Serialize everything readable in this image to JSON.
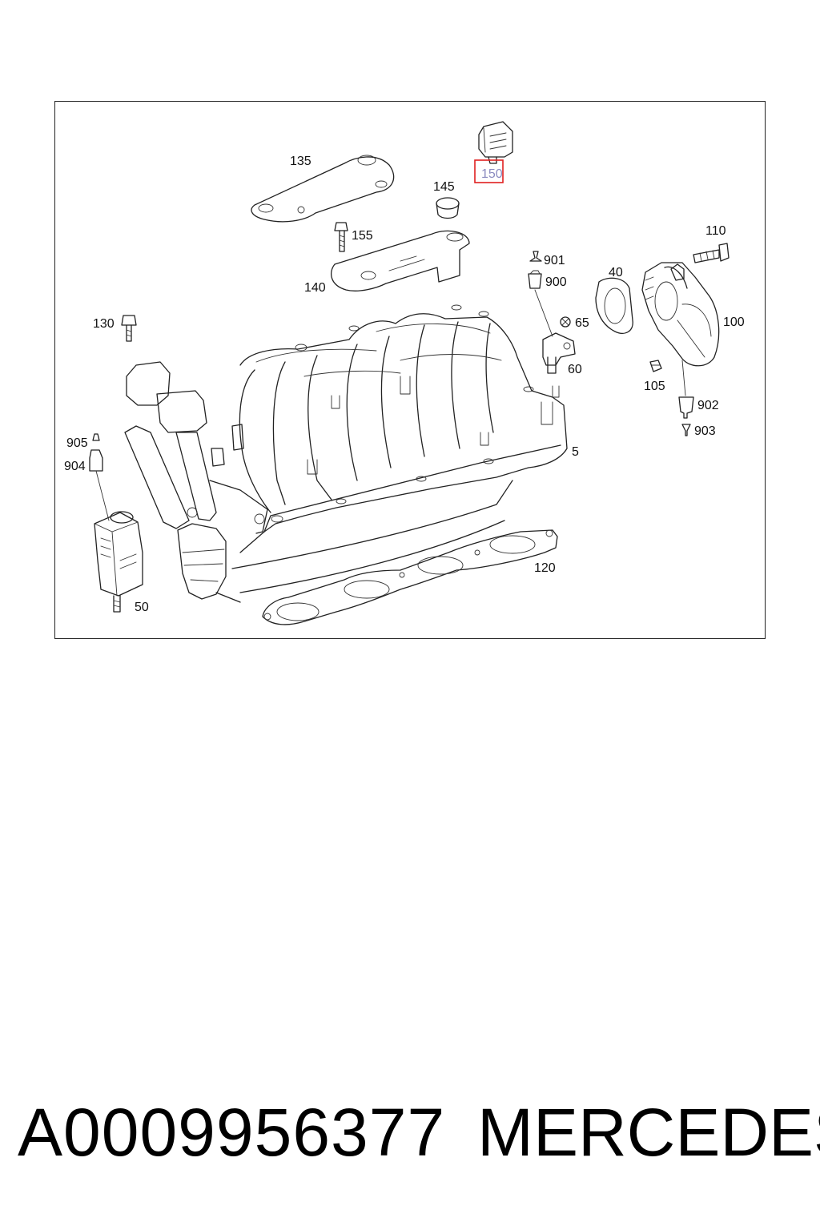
{
  "diagram": {
    "callouts": {
      "c5": "5",
      "c40": "40",
      "c50": "50",
      "c60": "60",
      "c65": "65",
      "c100": "100",
      "c105": "105",
      "c110": "110",
      "c120": "120",
      "c130": "130",
      "c135": "135",
      "c140": "140",
      "c145": "145",
      "c150": "150",
      "c155": "155",
      "c900": "900",
      "c901": "901",
      "c902": "902",
      "c903": "903",
      "c904": "904",
      "c905": "905"
    },
    "highlighted_part": "150",
    "highlight_color": "#e02020"
  },
  "footer": {
    "part_number": "A0009956377",
    "brand": "MERCEDES"
  }
}
